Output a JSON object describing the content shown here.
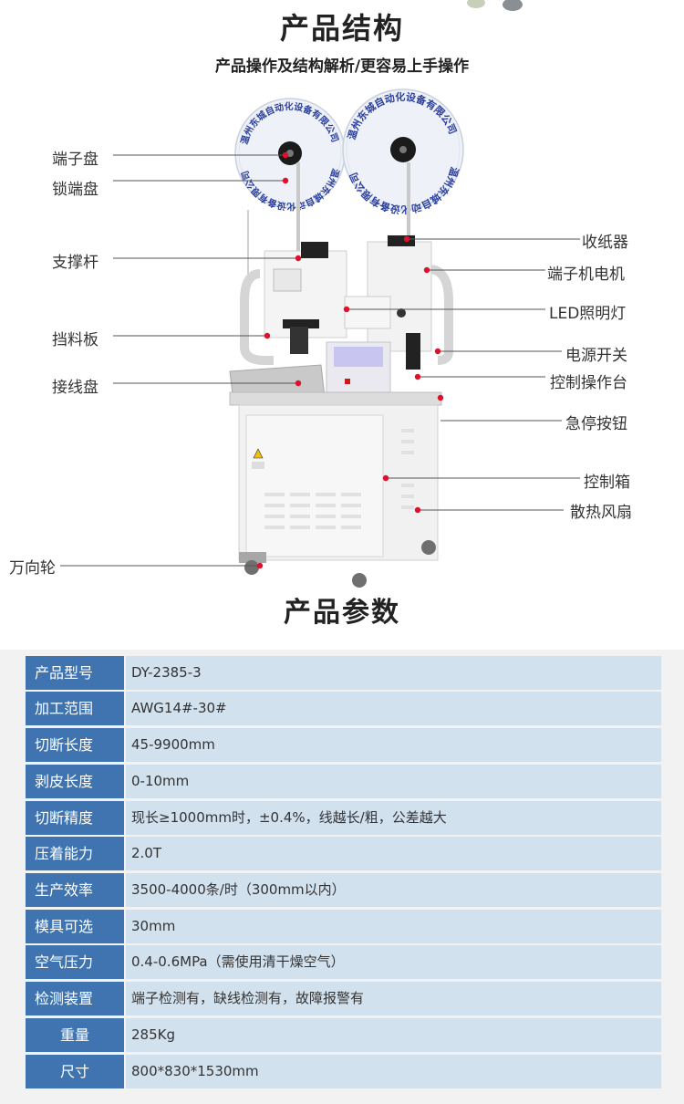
{
  "header": {
    "title": "产品结构",
    "subtitle": "产品操作及结构解析/更容易上手操作"
  },
  "reel_text": "温州东城自动化设备有限公司",
  "labels_left": {
    "terminal_disc": "端子盘",
    "lock_disc": "锁端盘",
    "support_rod": "支撑杆",
    "baffle": "挡料板",
    "wire_tray": "接线盘",
    "caster": "万向轮"
  },
  "labels_right": {
    "paper_collector": "收纸器",
    "terminal_motor": "端子机电机",
    "led_light": "LED照明灯",
    "power_switch": "电源开关",
    "control_panel": "控制操作台",
    "emergency_stop": "急停按钮",
    "control_box": "控制箱",
    "cooling_fan": "散热风扇"
  },
  "params_title": "产品参数",
  "params": [
    {
      "k": "产品型号",
      "v": "DY-2385-3"
    },
    {
      "k": "加工范围",
      "v": "AWG14#-30#"
    },
    {
      "k": "切断长度",
      "v": "45-9900mm"
    },
    {
      "k": "剥皮长度",
      "v": "0-10mm"
    },
    {
      "k": "切断精度",
      "v": "现长≥1000mm时，±0.4%，线越长/粗，公差越大"
    },
    {
      "k": "压着能力",
      "v": "2.0T"
    },
    {
      "k": "生产效率",
      "v": "3500-4000条/时（300mm以内）"
    },
    {
      "k": "模具可选",
      "v": "30mm"
    },
    {
      "k": "空气压力",
      "v": "0.4-0.6MPa（需使用清干燥空气）"
    },
    {
      "k": "检测装置",
      "v": "端子检测有，缺线检测有，故障报警有"
    },
    {
      "k": "重量",
      "v": "285Kg"
    },
    {
      "k": "尺寸",
      "v": "800*830*1530mm"
    }
  ],
  "colors": {
    "key_bg": "#3f74b0",
    "value_bg": "#d2e1ee",
    "pointer_dot": "#e0102a"
  }
}
